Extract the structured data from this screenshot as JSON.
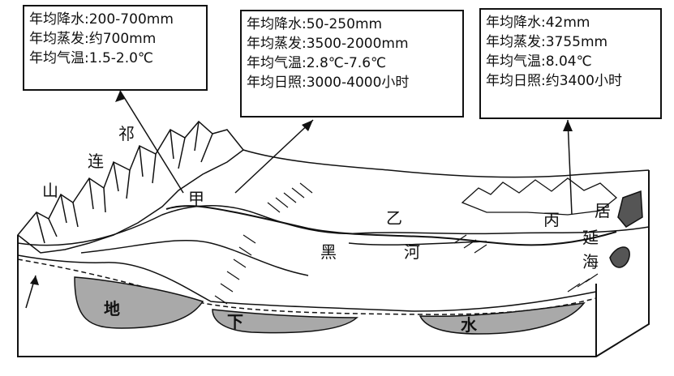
{
  "boxes": {
    "jia": [
      "年均降水:200-700mm",
      "年均蒸发:约700mm",
      "年均气温:1.5-2.0℃"
    ],
    "yi": [
      "年均降水:50-250mm",
      "年均蒸发:3500-2000mm",
      "年均气温:2.8℃-7.6℃",
      "年均日照:3000-4000小时"
    ],
    "bing": [
      "年均降水:42mm",
      "年均蒸发:3755mm",
      "年均气温:8.04℃",
      "年均日照:约3400小时"
    ]
  },
  "labels": {
    "qi": "祁",
    "lian": "连",
    "shan": "山",
    "jia": "甲",
    "yi": "乙",
    "bing": "丙",
    "hei": "黑",
    "he": "河",
    "ju": "居",
    "yan": "延",
    "hai": "海",
    "di": "地",
    "xia": "下",
    "shui": "水"
  },
  "colors": {
    "groundwater": "#a9a9a9",
    "lake": "#555555",
    "line": "#111111"
  }
}
